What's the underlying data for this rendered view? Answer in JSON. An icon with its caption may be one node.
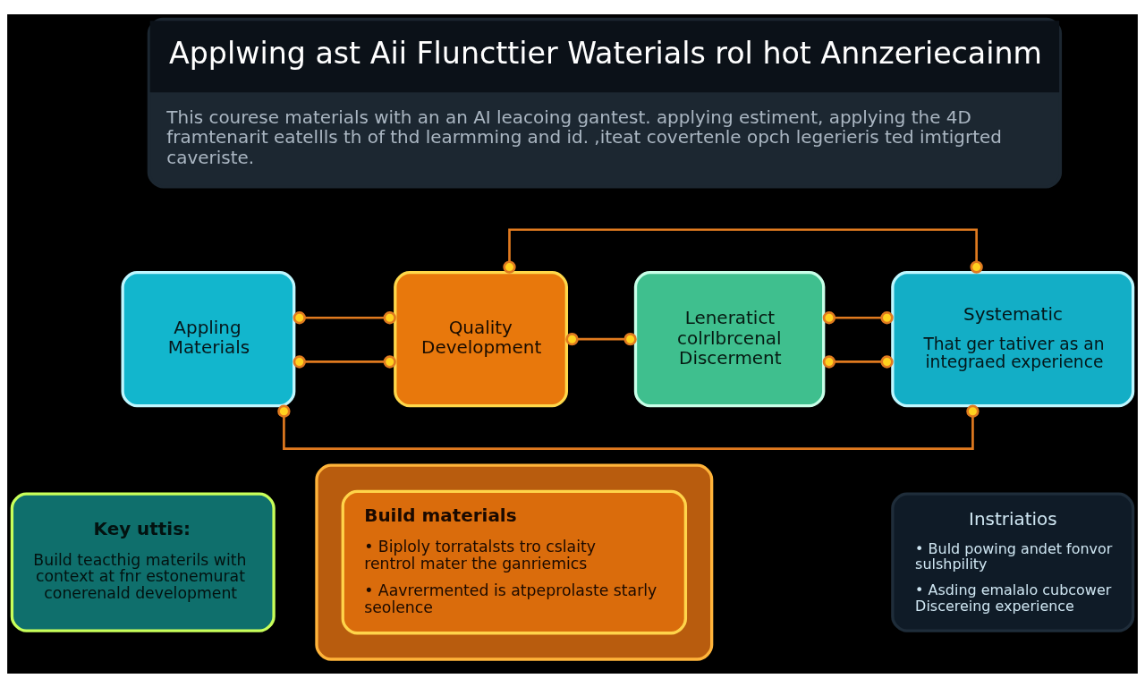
{
  "diagram": {
    "nodes": [
      {
        "text": [
          "Applwing ast Aii Fluncttier Waterials rol hot Annzeriecainm",
          "This courese materials with an an AI leacoing gantest. applying estiment, applying the 4D framtenarit eatellls th of thd learmming and id. ,iteat covertenle opch legerieris ted imtigrted caveriste."
        ]
      },
      {
        "text": [
          "Appling Materials"
        ]
      },
      {
        "text": [
          "Quality Development"
        ]
      },
      {
        "text": [
          "Leneratict colrlbrcenal Discerment"
        ]
      },
      {
        "text": [
          "Systematic",
          "That ger tativer as an integraed experience"
        ]
      },
      {
        "text": [
          "Key uttis:",
          "Build teacthig materils with context at fnr estonemurat conerenald development"
        ]
      },
      {
        "text": [],
        "shape": "box"
      },
      {
        "text": [
          "Build materials",
          "• Biploly torratalsts tro cslaity rentrol mater the ganriemics",
          "• Aavrermented is atpeprolaste starly seolence"
        ],
        "in": 6
      },
      {
        "text": [
          "Instriatios",
          "• Buld powing andet fonvor sulshpility",
          "• Asding emalalo cubcower Discereing experience"
        ]
      }
    ],
    "edges": [
      {
        "from": 1,
        "to": 2,
        "arrow": "other"
      },
      {
        "from": 1,
        "to": 2,
        "arrow": "other"
      },
      {
        "from": 2,
        "to": 3,
        "arrow": "other"
      },
      {
        "from": 3,
        "to": 4,
        "arrow": "other"
      },
      {
        "from": 1,
        "to": 4,
        "arrow": "other"
      },
      {
        "from": 2,
        "to": 4,
        "arrow": "other"
      },
      {
        "from": 3,
        "to": 4,
        "arrow": "other"
      }
    ]
  }
}
